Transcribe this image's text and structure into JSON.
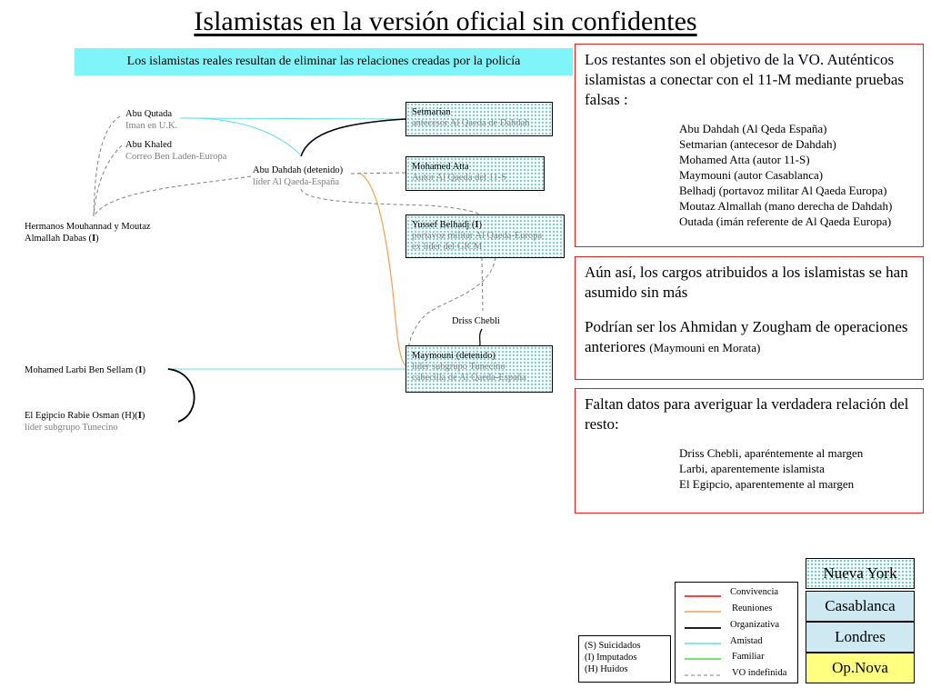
{
  "title": "Islamistas en la versión oficial sin confidentes",
  "banner": "Los islamistas reales resultan de eliminar las relaciones creadas por la policía",
  "colors": {
    "banner_bg": "#7ff5fa",
    "convivencia": "#ff0000",
    "reuniones": "#f0a050",
    "organizativa": "#000000",
    "amistad": "#5fe0e8",
    "familiar": "#40e040",
    "vo_indefinida": "#7f7f7f",
    "red_box": "#e02020",
    "op_nova": "#ffff80"
  },
  "people": {
    "abu_qutada": {
      "name": "Abu Qutada",
      "role": "Iman en U.K."
    },
    "abu_khaled": {
      "name": "Abu Khaled",
      "role": "Correo Ben Laden-Europa"
    },
    "hermanos": {
      "line1": "Hermanos Mouhannad y Moutaz",
      "line2": "Almallah Dabas (",
      "mark": "I",
      "close": ")"
    },
    "abu_dahdah": {
      "name": "Abu Dahdah (detenido)",
      "role": "líder Al Qaeda-España"
    },
    "driss": {
      "name": "Driss Chebli"
    },
    "larbi": {
      "name": "Mohamed Larbi Ben Sellam (",
      "mark": "I",
      "close": ")"
    },
    "egipcio": {
      "name": "El Egipcio Rabie Osman (H)(",
      "mark": "I",
      "close": ")",
      "role": "líder subgrupo Tunecino"
    }
  },
  "boxes": {
    "setmarian": {
      "name": "Setmarian",
      "role": "antecesor Al Qaeda de Dahdah"
    },
    "atta": {
      "name": "Mohamed Atta",
      "role": "Autor Al Qaeda del 11-S"
    },
    "yussef": {
      "name": "Yussef Belhadj (",
      "mark": "I",
      "close": ")",
      "role1": "portavoz militar Al Qaeda-Europa",
      "role2": "ex líder del GICM"
    },
    "maymouni": {
      "name": "Maymouni (detenido)",
      "role1": "líder subgrupo Tunecino",
      "role2": "cabecilla de Al Qaeda-España"
    }
  },
  "panel1": {
    "text": "Los restantes son el objetivo de la VO. Auténticos islamistas a conectar con el 11-M mediante pruebas falsas :",
    "items": [
      "Abu Dahdah (Al Qeda España)",
      "Setmarian (antecesor de Dahdah)",
      "Mohamed Atta (autor 11-S)",
      "Maymouni (autor Casablanca)",
      "Belhadj (portavoz militar Al Qaeda Europa)",
      "Moutaz Almallah (mano derecha de Dahdah)",
      "Outada (imán referente de Al Qaeda Europa)"
    ]
  },
  "panel2": {
    "p1": "Aún así, los cargos atribuidos a los islamistas se han asumido sin más",
    "p2": "Podrían ser los Ahmidan y Zougham de operaciones anteriores",
    "p2_note": "(Maymouni en Morata)"
  },
  "panel3": {
    "text": "Faltan datos para averiguar la verdadera relación del resto:",
    "items": [
      "Driss Chebli, aparéntemente al margen",
      "Larbi, aparentemente islamista",
      "El Egipcio, aparentemente al margen"
    ]
  },
  "key": {
    "items": [
      "(S)  Suicidados",
      "(I)   Imputados",
      "(H) Huidos"
    ]
  },
  "legend": {
    "items": [
      {
        "label": "Convivencia",
        "color": "#ff0000",
        "dashed": false
      },
      {
        "label": "Reuniones",
        "color": "#f0a050",
        "dashed": false
      },
      {
        "label": "Organizativa",
        "color": "#000000",
        "dashed": false
      },
      {
        "label": "Amistad",
        "color": "#5fe0e8",
        "dashed": false
      },
      {
        "label": "Familiar",
        "color": "#40e040",
        "dashed": false
      },
      {
        "label": "VO indefinida",
        "color": "#7f7f7f",
        "dashed": true
      }
    ]
  },
  "cities": {
    "nueva_york": "Nueva York",
    "casablanca": "Casablanca",
    "londres": "Londres",
    "op_nova": "Op.Nova"
  }
}
